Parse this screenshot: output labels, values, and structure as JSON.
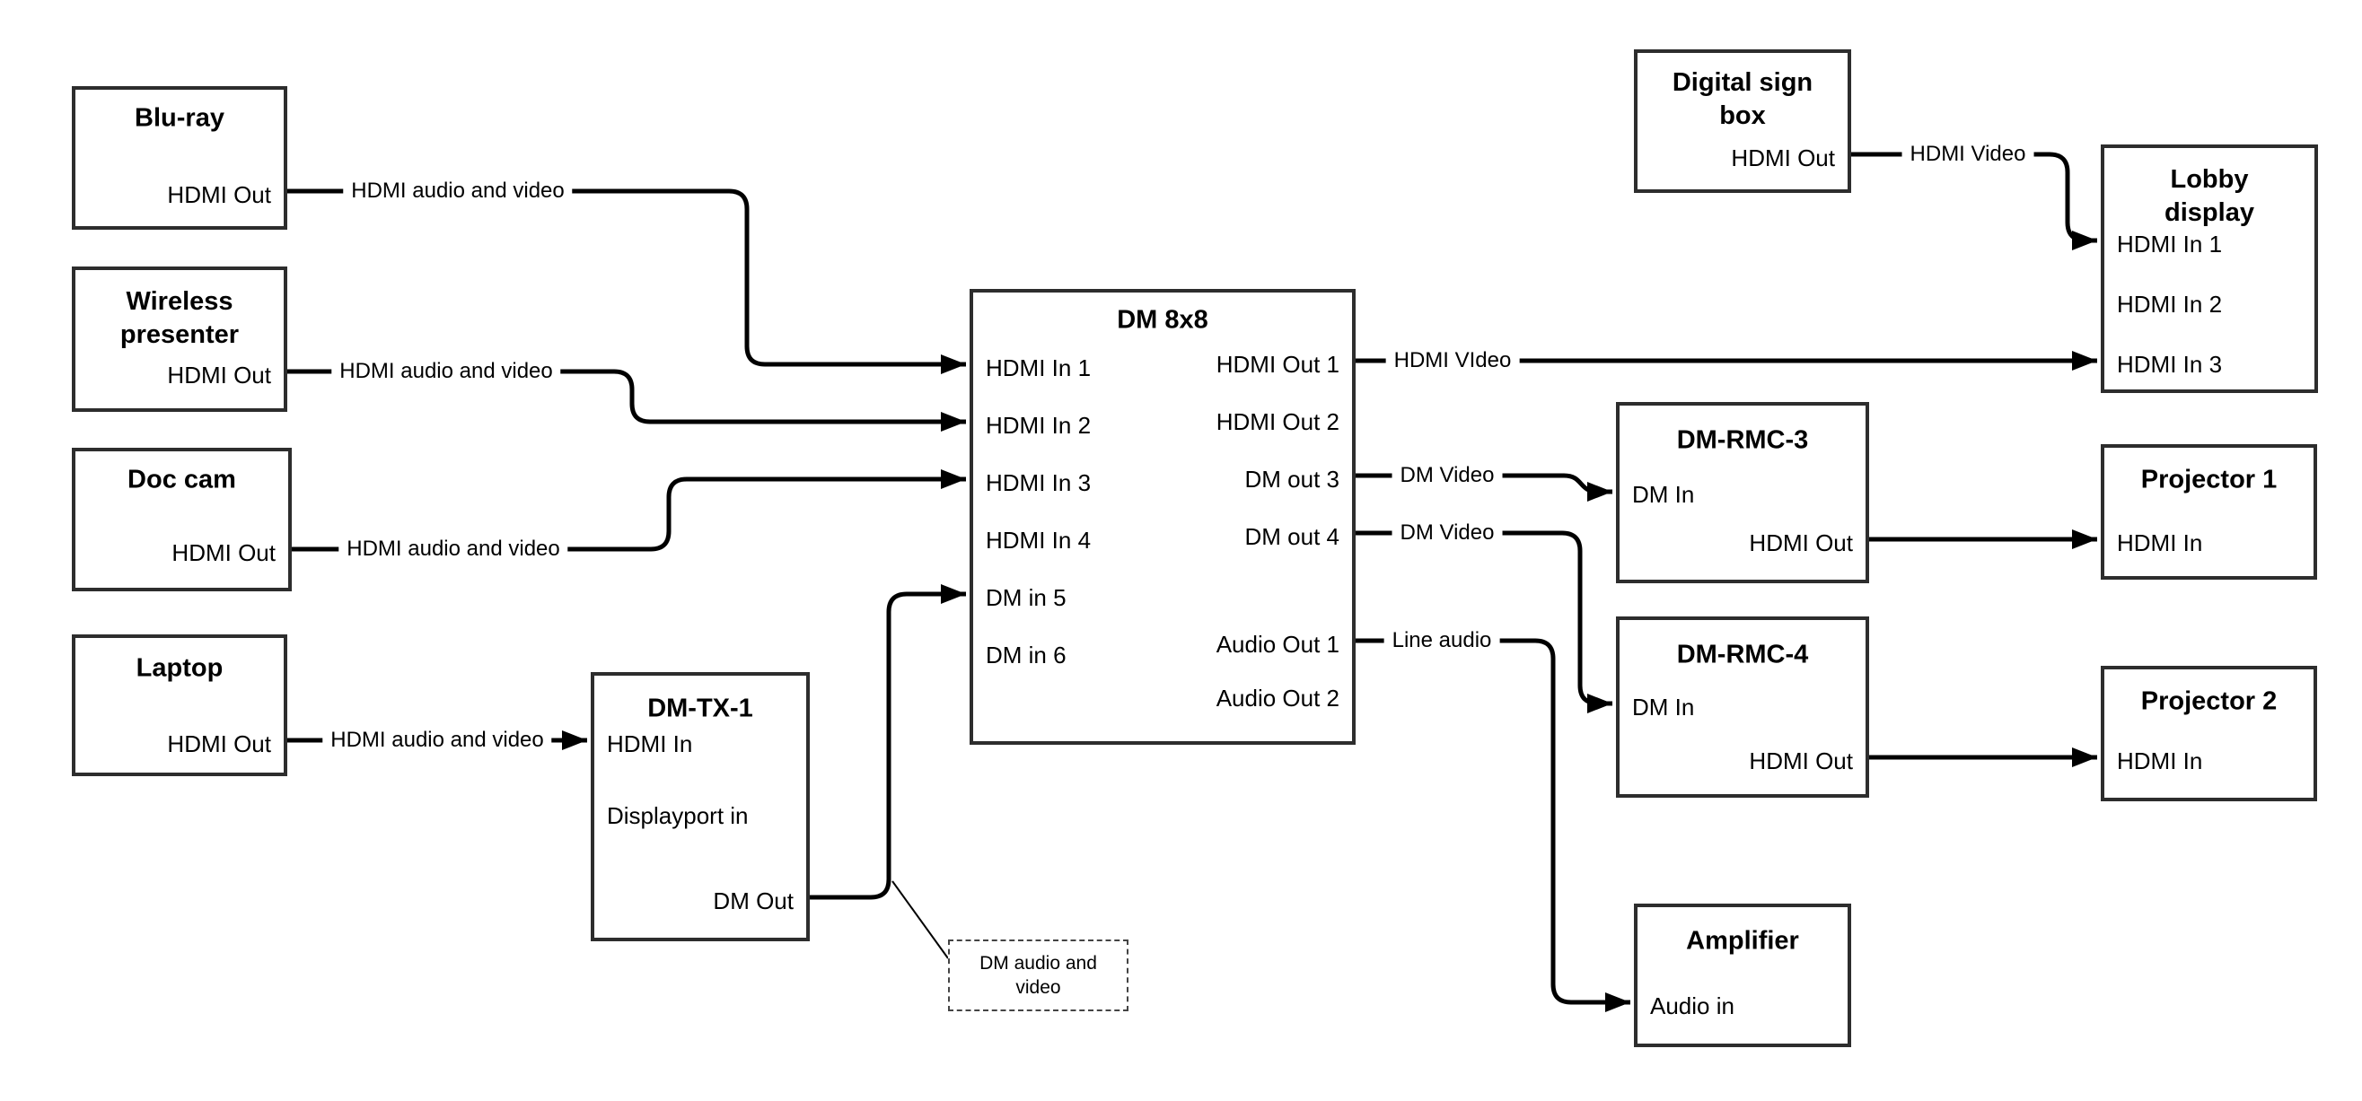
{
  "nodes": {
    "blu_ray": {
      "title": "Blu-ray",
      "ports": [
        "HDMI Out"
      ]
    },
    "wireless_presenter": {
      "title": "Wireless presenter",
      "ports": [
        "HDMI Out"
      ]
    },
    "doc_cam": {
      "title": "Doc cam",
      "ports": [
        "HDMI Out"
      ]
    },
    "laptop": {
      "title": "Laptop",
      "ports": [
        "HDMI Out"
      ]
    },
    "dm_tx_1": {
      "title": "DM-TX-1",
      "ports": [
        "HDMI In",
        "Displayport in",
        "DM Out"
      ]
    },
    "dm_8x8": {
      "title": "DM 8x8",
      "inputs": [
        "HDMI In 1",
        "HDMI In 2",
        "HDMI In 3",
        "HDMI In 4",
        "DM in 5",
        "DM in 6"
      ],
      "outputs": [
        "HDMI Out 1",
        "HDMI Out 2",
        "DM out 3",
        "DM out 4",
        "Audio Out 1",
        "Audio Out 2"
      ]
    },
    "digital_sign_box": {
      "title": "Digital sign box",
      "ports": [
        "HDMI Out"
      ]
    },
    "lobby_display": {
      "title": "Lobby display",
      "ports": [
        "HDMI In 1",
        "HDMI In 2",
        "HDMI In 3"
      ]
    },
    "dm_rmc_3": {
      "title": "DM-RMC-3",
      "ports": [
        "DM In",
        "HDMI Out"
      ]
    },
    "projector_1": {
      "title": "Projector 1",
      "ports": [
        "HDMI In"
      ]
    },
    "dm_rmc_4": {
      "title": "DM-RMC-4",
      "ports": [
        "DM In",
        "HDMI Out"
      ]
    },
    "projector_2": {
      "title": "Projector 2",
      "ports": [
        "HDMI In"
      ]
    },
    "amplifier": {
      "title": "Amplifier",
      "ports": [
        "Audio in"
      ]
    }
  },
  "edges": {
    "bluray_to_dm8x8": {
      "label": "HDMI audio and video"
    },
    "wireless_to_dm8x8": {
      "label": "HDMI audio and video"
    },
    "doccam_to_dm8x8": {
      "label": "HDMI audio and video"
    },
    "laptop_to_dmtx1": {
      "label": "HDMI audio and video"
    },
    "dmtx1_to_dm8x8": {
      "label": "DM audio and video"
    },
    "dm8x8_to_lobby": {
      "label": "HDMI VIdeo"
    },
    "dm8x8_to_rmc3": {
      "label": "DM Video"
    },
    "dm8x8_to_rmc4": {
      "label": "DM Video"
    },
    "dm8x8_to_amplifier": {
      "label": "Line audio"
    },
    "digitalsign_to_lobby": {
      "label": "HDMI Video"
    }
  },
  "colors": {
    "wire": "#000000",
    "box_border": "#2d2d2d",
    "background": "#ffffff"
  }
}
